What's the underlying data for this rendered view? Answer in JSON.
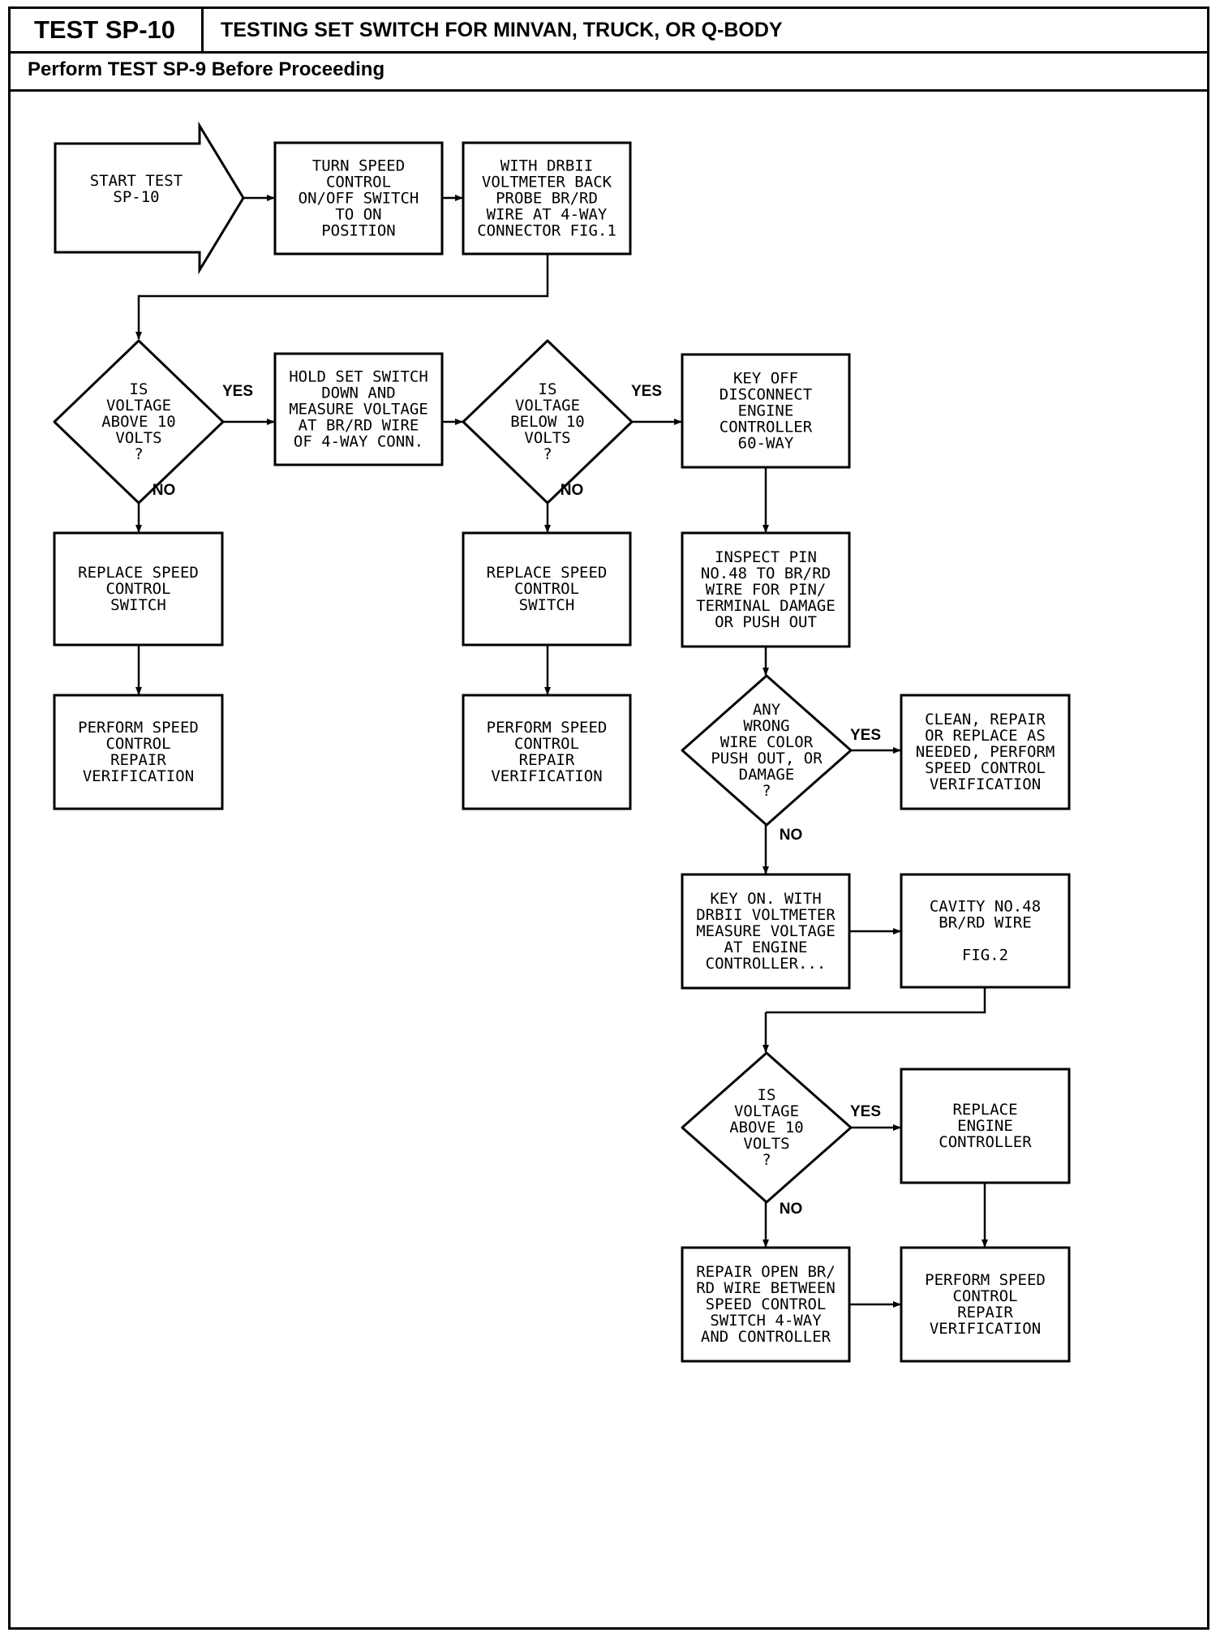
{
  "header": {
    "test_id": "TEST SP-10",
    "title": "TESTING SET SWITCH FOR MINVAN, TRUCK, OR Q-BODY",
    "subtitle": "Perform TEST SP-9 Before Proceeding"
  },
  "nodes": {
    "start": [
      "START TEST",
      "SP-10"
    ],
    "turn_on": [
      "TURN SPEED",
      "CONTROL",
      "ON/OFF SWITCH",
      "TO ON",
      "POSITION"
    ],
    "probe": [
      "WITH DRBII",
      "VOLTMETER BACK",
      "PROBE BR/RD",
      "WIRE AT 4-WAY",
      "CONNECTOR FIG.1"
    ],
    "d1": [
      "IS",
      "VOLTAGE",
      "ABOVE 10",
      "VOLTS",
      "?"
    ],
    "hold_set": [
      "HOLD SET SWITCH",
      "DOWN AND",
      "MEASURE VOLTAGE",
      "AT BR/RD WIRE",
      "OF 4-WAY CONN."
    ],
    "d2": [
      "IS",
      "VOLTAGE",
      "BELOW 10",
      "VOLTS",
      "?"
    ],
    "key_off": [
      "KEY OFF",
      "DISCONNECT",
      "ENGINE",
      "CONTROLLER",
      "60-WAY"
    ],
    "replace1": [
      "REPLACE SPEED",
      "CONTROL",
      "SWITCH"
    ],
    "replace2": [
      "REPLACE SPEED",
      "CONTROL",
      "SWITCH"
    ],
    "inspect": [
      "INSPECT PIN",
      "NO.48 TO BR/RD",
      "WIRE FOR PIN/",
      "TERMINAL DAMAGE",
      "OR PUSH OUT"
    ],
    "perform1": [
      "PERFORM SPEED",
      "CONTROL",
      "REPAIR",
      "VERIFICATION"
    ],
    "perform2": [
      "PERFORM SPEED",
      "CONTROL",
      "REPAIR",
      "VERIFICATION"
    ],
    "d3": [
      "ANY",
      "WRONG",
      "WIRE COLOR",
      "PUSH OUT, OR",
      "DAMAGE",
      "?"
    ],
    "clean": [
      "CLEAN, REPAIR",
      "OR REPLACE AS",
      "NEEDED, PERFORM",
      "SPEED CONTROL",
      "VERIFICATION"
    ],
    "key_on": [
      "KEY ON. WITH",
      "DRBII VOLTMETER",
      "MEASURE VOLTAGE",
      "AT ENGINE",
      "CONTROLLER..."
    ],
    "cavity": [
      "CAVITY NO.48",
      "BR/RD WIRE",
      "",
      "FIG.2"
    ],
    "d4": [
      "IS",
      "VOLTAGE",
      "ABOVE 10",
      "VOLTS",
      "?"
    ],
    "replace_ec": [
      "REPLACE",
      "ENGINE",
      "CONTROLLER"
    ],
    "repair_open": [
      "REPAIR OPEN BR/",
      "RD WIRE BETWEEN",
      "SPEED CONTROL",
      "SWITCH 4-WAY",
      "AND CONTROLLER"
    ],
    "perform3": [
      "PERFORM SPEED",
      "CONTROL",
      "REPAIR",
      "VERIFICATION"
    ]
  },
  "labels": {
    "yes": "YES",
    "no": "NO"
  }
}
